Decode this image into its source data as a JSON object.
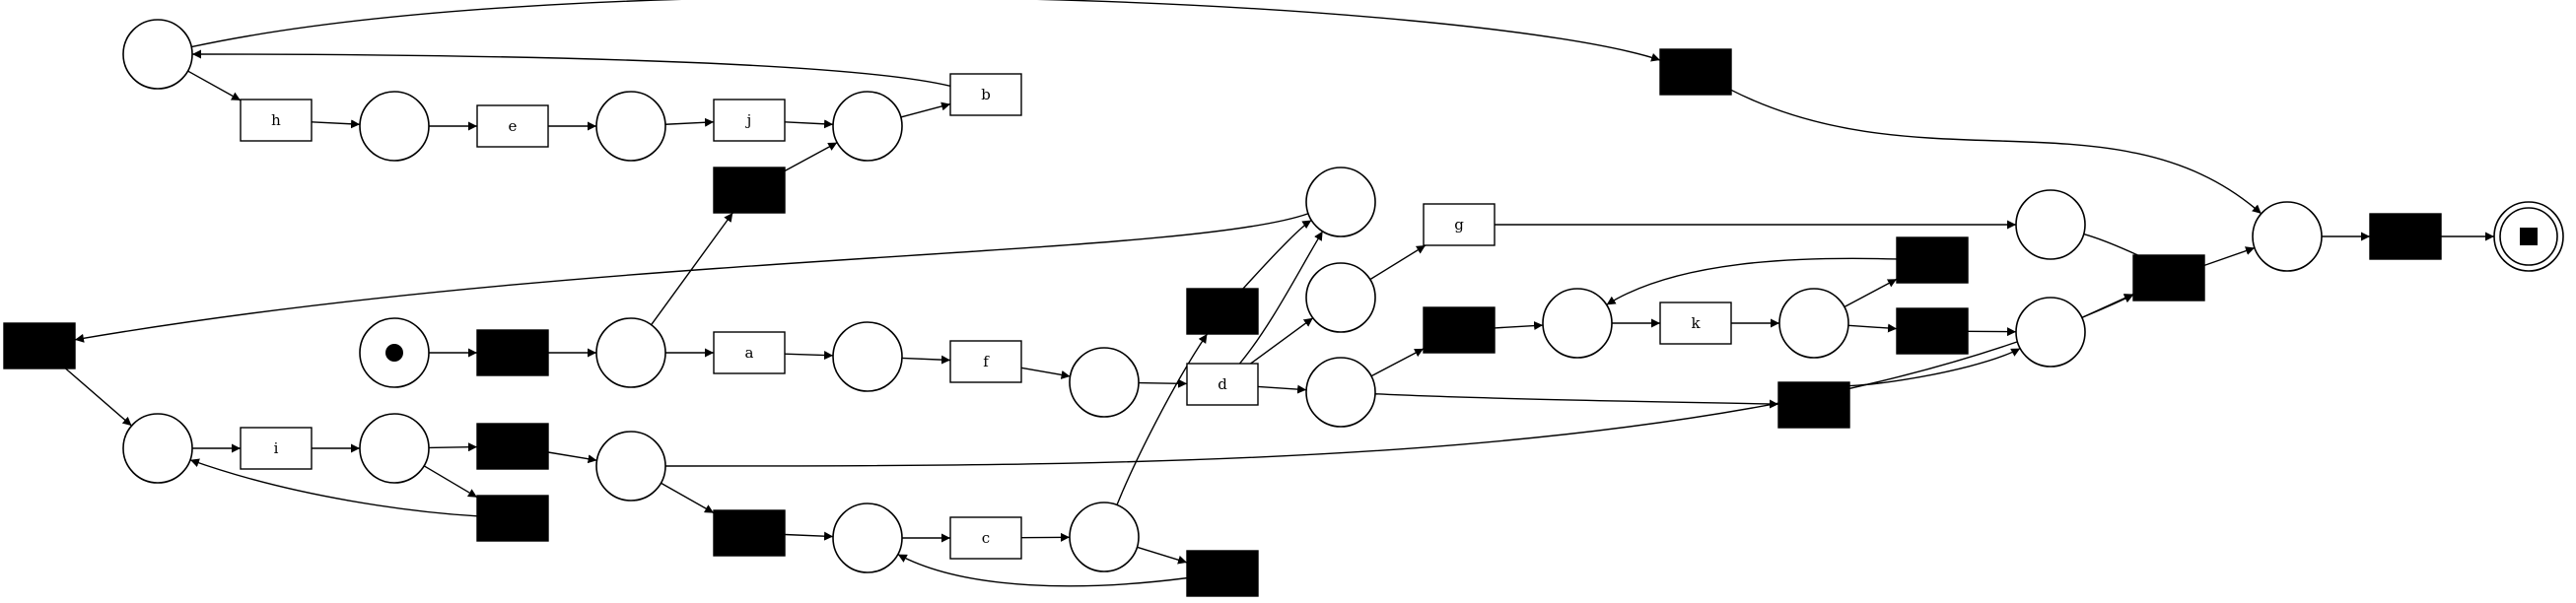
{
  "diagram": {
    "type": "petri-net",
    "colors": {
      "stroke": "#000000",
      "silent_fill": "#000000",
      "background": "#ffffff"
    },
    "places": [
      {
        "id": "p_source",
        "marking": "token"
      },
      {
        "id": "p_sink",
        "marking": "final"
      },
      {
        "id": "p_loop_top"
      },
      {
        "id": "p_after_h"
      },
      {
        "id": "p_after_e"
      },
      {
        "id": "p_after_j"
      },
      {
        "id": "p_after_tau1"
      },
      {
        "id": "p_after_a"
      },
      {
        "id": "p_after_f"
      },
      {
        "id": "p_d_out1"
      },
      {
        "id": "p_d_out2"
      },
      {
        "id": "p_d_out3"
      },
      {
        "id": "p_after_g"
      },
      {
        "id": "p_k_in"
      },
      {
        "id": "p_k_out"
      },
      {
        "id": "p_sync2"
      },
      {
        "id": "p_pre_end"
      },
      {
        "id": "p_i_in"
      },
      {
        "id": "p_after_i"
      },
      {
        "id": "p_join_left"
      },
      {
        "id": "p_c_in"
      },
      {
        "id": "p_after_c"
      }
    ],
    "transitions": [
      {
        "id": "t_h",
        "label": "h"
      },
      {
        "id": "t_e",
        "label": "e"
      },
      {
        "id": "t_j",
        "label": "j"
      },
      {
        "id": "t_b",
        "label": "b"
      },
      {
        "id": "t_a",
        "label": "a"
      },
      {
        "id": "t_f",
        "label": "f"
      },
      {
        "id": "t_d",
        "label": "d"
      },
      {
        "id": "t_g",
        "label": "g"
      },
      {
        "id": "t_k",
        "label": "k"
      },
      {
        "id": "t_i",
        "label": "i"
      },
      {
        "id": "t_c",
        "label": "c"
      },
      {
        "id": "tau_start",
        "label": ""
      },
      {
        "id": "tau_top_skip",
        "label": ""
      },
      {
        "id": "tau_to_j",
        "label": ""
      },
      {
        "id": "tau_left",
        "label": ""
      },
      {
        "id": "tau_i_next",
        "label": ""
      },
      {
        "id": "tau_i_back",
        "label": ""
      },
      {
        "id": "tau_to_c",
        "label": ""
      },
      {
        "id": "tau_c_back",
        "label": ""
      },
      {
        "id": "tau_c_up",
        "label": ""
      },
      {
        "id": "tau_d3",
        "label": ""
      },
      {
        "id": "tau_k_back",
        "label": ""
      },
      {
        "id": "tau_k_next",
        "label": ""
      },
      {
        "id": "tau_d3_skip",
        "label": ""
      },
      {
        "id": "tau_join",
        "label": ""
      },
      {
        "id": "tau_end",
        "label": ""
      }
    ],
    "arcs": [
      [
        "p_source",
        "tau_start"
      ],
      [
        "tau_start",
        "p_after_tau1"
      ],
      [
        "p_after_tau1",
        "t_a"
      ],
      [
        "t_a",
        "p_after_a"
      ],
      [
        "p_after_a",
        "t_f"
      ],
      [
        "t_f",
        "p_after_f"
      ],
      [
        "p_after_f",
        "t_d"
      ],
      [
        "t_d",
        "p_d_out1"
      ],
      [
        "t_d",
        "p_d_out2"
      ],
      [
        "t_d",
        "p_d_out3"
      ],
      [
        "p_d_out2",
        "t_g"
      ],
      [
        "t_g",
        "p_after_g"
      ],
      [
        "p_d_out3",
        "tau_d3"
      ],
      [
        "tau_d3",
        "p_k_in"
      ],
      [
        "p_k_in",
        "t_k"
      ],
      [
        "t_k",
        "p_k_out"
      ],
      [
        "p_k_out",
        "tau_k_back"
      ],
      [
        "tau_k_back",
        "p_k_in"
      ],
      [
        "p_k_out",
        "tau_k_next"
      ],
      [
        "tau_k_next",
        "p_sync2"
      ],
      [
        "p_d_out3",
        "tau_d3_skip"
      ],
      [
        "tau_d3_skip",
        "p_sync2"
      ],
      [
        "p_after_g",
        "tau_join"
      ],
      [
        "p_sync2",
        "tau_join"
      ],
      [
        "p_join_left",
        "tau_join"
      ],
      [
        "tau_join",
        "p_pre_end"
      ],
      [
        "p_pre_end",
        "tau_end"
      ],
      [
        "tau_end",
        "p_sink"
      ],
      [
        "p_after_tau1",
        "tau_to_j"
      ],
      [
        "tau_to_j",
        "p_after_j"
      ],
      [
        "p_loop_top",
        "t_h"
      ],
      [
        "t_h",
        "p_after_h"
      ],
      [
        "p_after_h",
        "t_e"
      ],
      [
        "t_e",
        "p_after_e"
      ],
      [
        "p_after_e",
        "t_j"
      ],
      [
        "t_j",
        "p_after_j"
      ],
      [
        "p_after_j",
        "t_b"
      ],
      [
        "t_b",
        "p_loop_top"
      ],
      [
        "p_loop_top",
        "tau_top_skip"
      ],
      [
        "tau_top_skip",
        "p_pre_end"
      ],
      [
        "p_d_out1",
        "tau_left"
      ],
      [
        "tau_left",
        "p_i_in"
      ],
      [
        "p_i_in",
        "t_i"
      ],
      [
        "t_i",
        "p_after_i"
      ],
      [
        "p_after_i",
        "tau_i_next"
      ],
      [
        "p_after_i",
        "tau_i_back"
      ],
      [
        "tau_i_back",
        "p_i_in"
      ],
      [
        "tau_i_next",
        "p_join_left"
      ],
      [
        "p_join_left",
        "tau_to_c"
      ],
      [
        "tau_to_c",
        "p_c_in"
      ],
      [
        "p_c_in",
        "t_c"
      ],
      [
        "t_c",
        "p_after_c"
      ],
      [
        "p_after_c",
        "tau_c_back"
      ],
      [
        "tau_c_back",
        "p_c_in"
      ],
      [
        "p_after_c",
        "tau_c_up"
      ],
      [
        "tau_c_up",
        "p_d_out1"
      ]
    ]
  }
}
